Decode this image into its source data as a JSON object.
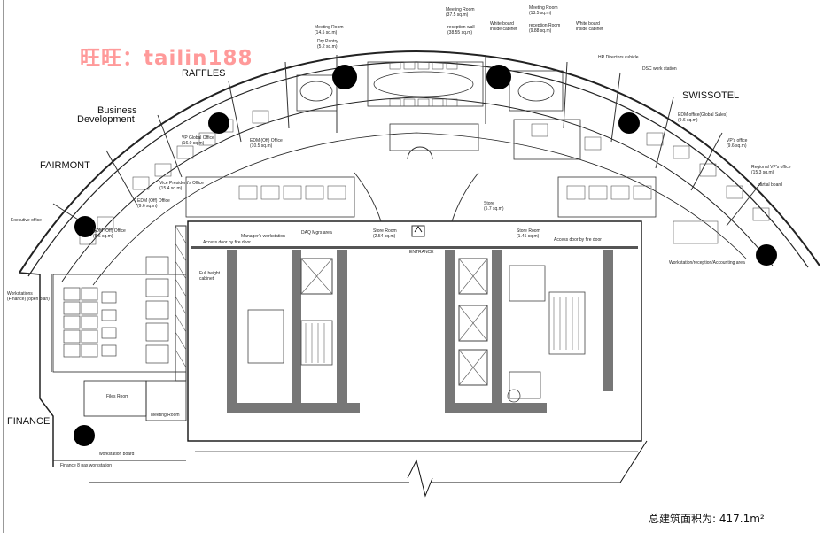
{
  "watermark": "旺旺：tailin188",
  "total_area": "总建筑面积为: 417.1m²",
  "zones": {
    "raffles": "RAFFLES",
    "business": "Business",
    "development": "Development",
    "fairmont": "FAIRMONT",
    "swissotel": "SWISSOTEL",
    "finance": "FINANCE"
  },
  "labels": {
    "meeting_room": "Meeting Room",
    "meeting_room_area": "(14.5 sq.m)",
    "dry_pantry": "Dry Pantry",
    "dry_pantry_area": "(5.2 sq.m)",
    "meeting_room_2": "Meeting Room",
    "meeting_room_2_area": "(37.5 sq.m)",
    "reception_wall": "reception wall",
    "reception_wall_area": "(38.55 sq.m)",
    "white_board": "White board",
    "white_board_sub": "inside cabinet",
    "meeting_room_3": "Meeting Room",
    "meeting_room_3_area": "(13.5 sq.m)",
    "reception_room": "reception Room",
    "reception_room_area": "(9.88 sq.m)",
    "white_board_2": "White board",
    "white_board_2_sub": "inside cabinet",
    "hr_directors": "HR Directors cubicle",
    "dsc_work_station": "DSC work station",
    "edm_office": "EDM office(Global Sales)",
    "edm_office_area": "(9.6 sq.m)",
    "vp_office": "VP's office",
    "vp_office_area": "(9.6 sq.m)",
    "regional_vp": "Regional VP's office",
    "regional_vp_area": "(15.3 sq.m)",
    "edm_office_2": "EDM (Off) Office",
    "edm_office_2_area": "(10.5 sq.m)",
    "vp_office_2": "VP Global Office",
    "vp_office_2_area": "(16.0 sq.m)",
    "vice_presidents": "Vice President's Office",
    "vice_presidents_area": "(15.4 sq.m)",
    "edm_off_office": "EDM (Off) Office",
    "edm_off_area": "(9.6 sq.m)",
    "edm_office_3": "EDM (Off) Office",
    "edm_office_3_area": "(9.6 sq.m)",
    "managers_workstation": "Manager's workstation",
    "daq_mgrs": "DAQ Mgrs area",
    "store_a": "Store Room",
    "store_a_area": "(2.54 sq.m)",
    "store_b": "Store",
    "store_b_area": "(5.7 sq.m)",
    "store_c": "Store Room",
    "store_c_area": "(1.45 sq.m)",
    "access_left": "Access door by fire door",
    "access_right": "Access door by fire door",
    "entrance": "ENTRANCE",
    "full_height_cabinet": "Full height",
    "full_height_cabinet_sub": "cabinet",
    "workstation_finance": "Workstations",
    "workstation_finance_sub": "(Finance) (open plan)",
    "files_room": "Files Room",
    "meeting_room_4": "Meeting Room",
    "workstation_board": "workstation board",
    "finance_workstation": "Finance 8 pax workstation",
    "executive_office": "Executive office",
    "workstation_right": "Workstation/reception/Accounting area",
    "partial_board": "partial board"
  }
}
